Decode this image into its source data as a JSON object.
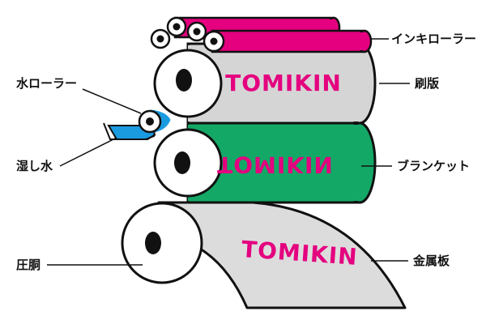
{
  "diagram": {
    "labels": {
      "ink_roller": "インキローラー",
      "plate": "刷版",
      "water_roller": "水ローラー",
      "dampening_water": "湿し水",
      "blanket": "ブランケット",
      "impression_cylinder": "圧胴",
      "metal_sheet": "金属板"
    },
    "brand_text": {
      "plate": "TOMIKIN",
      "blanket": "TOMIKIN",
      "sheet": "TOMIKIN"
    },
    "colors": {
      "ink": "#e4007f",
      "water": "#1a9be0",
      "blanket": "#14a866",
      "plate": "#d5d5d5",
      "sheet": "#dcdcdc",
      "stroke": "#111111"
    }
  }
}
